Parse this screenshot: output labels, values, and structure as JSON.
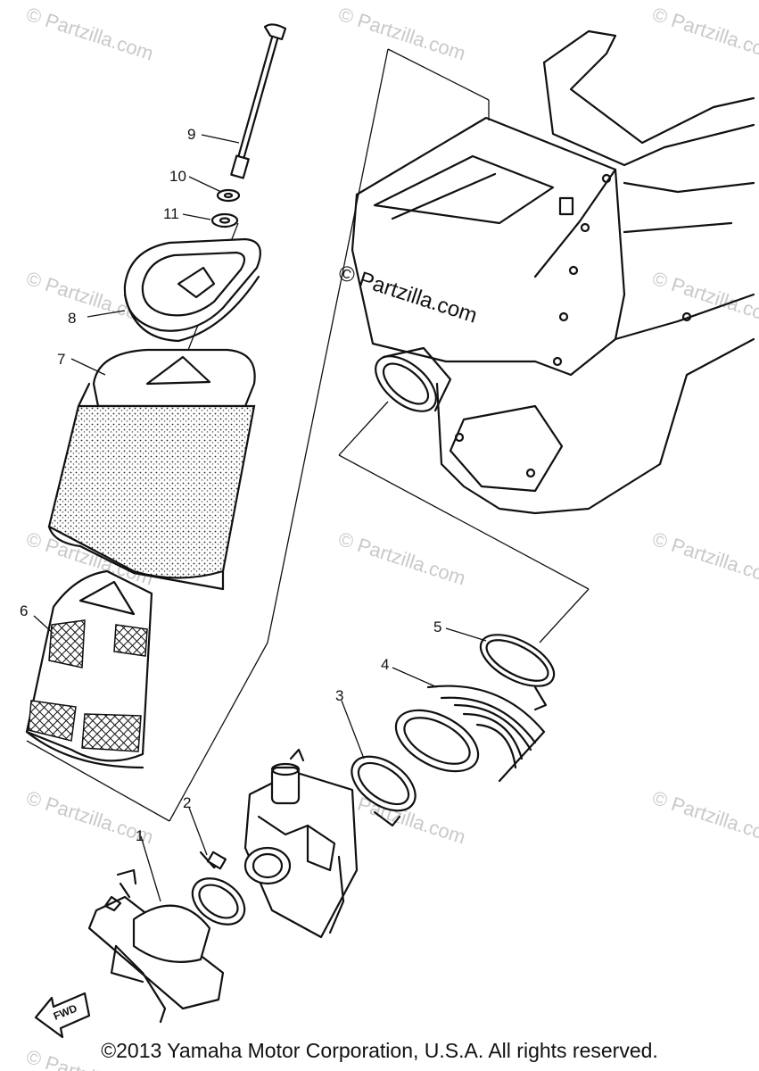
{
  "watermark": "© Partzilla.com",
  "watermark_center": "© Partzilla.com",
  "fwd_label": "FWD",
  "callouts": [
    "1",
    "2",
    "3",
    "4",
    "5",
    "6",
    "7",
    "8",
    "9",
    "10",
    "11"
  ],
  "copyright": "©2013 Yamaha Motor Corporation, U.S.A. All rights reserved.",
  "colors": {
    "ink": "#111111",
    "watermark": "#c9c9c9",
    "background": "#ffffff"
  }
}
